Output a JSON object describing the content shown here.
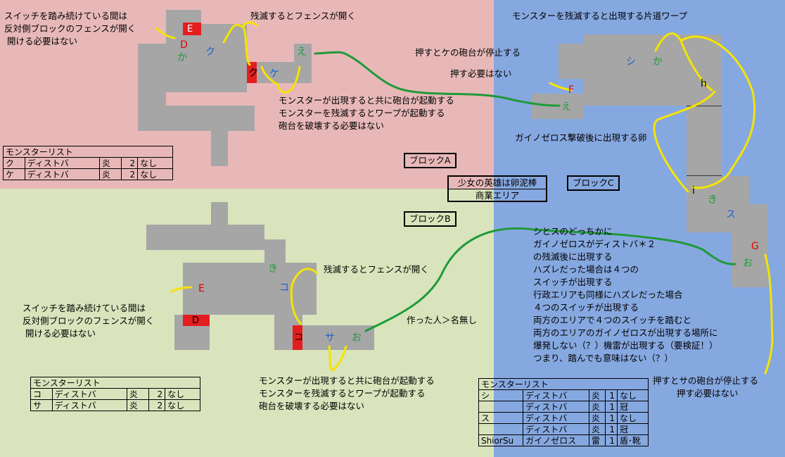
{
  "zones": {
    "a_color": "#e8b8b8",
    "b_color": "#d9e4bc",
    "c_color": "#86a8e0",
    "a_label": "ブロックA",
    "b_label": "ブロックB",
    "c_label": "ブロックC"
  },
  "center": {
    "line1": "少女の英雄は卵泥棒",
    "line2": "商業エリア"
  },
  "credit": "作った人＞名無し",
  "block_a": {
    "note_switch": [
      "スイッチを踏み続けている間は",
      "反対側ブロックのフェンスが開く",
      "開ける必要はない"
    ],
    "note_fence": "残滅するとフェンスが開く",
    "note_monster": [
      "モンスターが出現すると共に砲台が起動する",
      "モンスターを残滅するとワープが起動する",
      "砲台を破壊する必要はない"
    ],
    "labels": {
      "E": "E",
      "D": "D",
      "ka": "か",
      "ku": "ク",
      "ku_red": "ク",
      "ke": "ケ",
      "e": "え"
    },
    "monster_list": {
      "title": "モンスターリスト",
      "rows": [
        [
          "ク",
          "ディストバ",
          "炎",
          "2",
          "なし"
        ],
        [
          "ケ",
          "ディストバ",
          "炎",
          "2",
          "なし"
        ]
      ]
    }
  },
  "block_b": {
    "note_switch": [
      "スイッチを踏み続けている間は",
      "反対側ブロックのフェンスが開く",
      "開ける必要はない"
    ],
    "note_fence": "残滅するとフェンスが開く",
    "note_monster": [
      "モンスターが出現すると共に砲台が起動する",
      "モンスターを残滅するとワープが起動する",
      "砲台を破壊する必要はない"
    ],
    "labels": {
      "ki": "き",
      "ko": "コ",
      "E": "E",
      "D": "D",
      "ko_red": "コ",
      "sa": "サ",
      "o": "お"
    },
    "monster_list": {
      "title": "モンスターリスト",
      "rows": [
        [
          "コ",
          "ディストバ",
          "炎",
          "2",
          "なし"
        ],
        [
          "サ",
          "ディストバ",
          "炎",
          "2",
          "なし"
        ]
      ]
    }
  },
  "block_c": {
    "note_warp": "モンスターを残滅すると出現する片道ワープ",
    "note_push_ke": "押すとケの砲台が停止する",
    "note_push_need": "押す必要はない",
    "note_egg": "ガイノゼロス撃破後に出現する卵",
    "note_shisu": [
      "シとスのどっちかに",
      "ガイノゼロスがディストバ＊２",
      "の残滅後に出現する",
      "ハズレだった場合は４つの",
      "スイッチが出現する",
      "行政エリアも同様にハズレだった場合",
      "４つのスイッチが出現する",
      "両方のエリアで４つのスイッチを踏むと",
      "両方のエリアのガイノゼロスが出現する場所に",
      "爆発しない（？）機雷が出現する（要検証！）",
      "つまり、踏んでも意味はない（？）"
    ],
    "note_push_sa": [
      "押すとサの砲台が停止する",
      "押す必要はない"
    ],
    "labels": {
      "shi": "シ",
      "ka": "か",
      "h": "h",
      "F": "F",
      "e": "え",
      "i": "i",
      "ki": "き",
      "su": "ス",
      "G": "G",
      "o": "お"
    },
    "monster_list": {
      "title": "モンスターリスト",
      "rows": [
        [
          "シ",
          "ディストバ",
          "炎",
          "1",
          "なし"
        ],
        [
          "",
          "ディストバ",
          "炎",
          "1",
          "冠"
        ],
        [
          "ス",
          "ディストバ",
          "炎",
          "1",
          "なし"
        ],
        [
          "",
          "ディストバ",
          "炎",
          "1",
          "冠"
        ],
        [
          "ShiorSu",
          "ガイノゼロス",
          "雷",
          "1",
          "盾･靴"
        ]
      ]
    }
  }
}
